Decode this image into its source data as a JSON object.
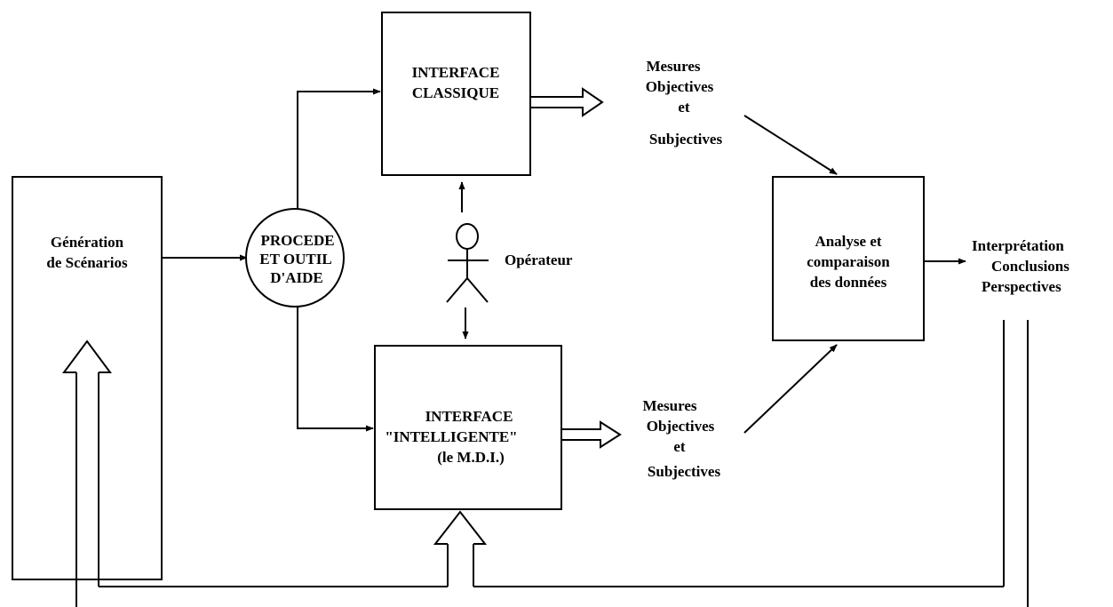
{
  "diagram": {
    "generation_box": {
      "lines": [
        "Génération",
        "de Scénarios"
      ]
    },
    "procede_circle": {
      "lines": [
        "PROCEDE",
        "ET OUTIL",
        "D'AIDE"
      ]
    },
    "interface_classique": {
      "lines": [
        "INTERFACE",
        "CLASSIQUE"
      ]
    },
    "interface_intelligente": {
      "lines": [
        "INTERFACE",
        "\"INTELLIGENTE\"",
        "(le M.D.I.)"
      ]
    },
    "operateur": {
      "label": "Opérateur"
    },
    "mesures_top": {
      "lines": [
        "Mesures",
        "Objectives",
        "et",
        "Subjectives"
      ]
    },
    "mesures_bottom": {
      "lines": [
        "Mesures",
        "Objectives",
        "et",
        "Subjectives"
      ]
    },
    "analyse_box": {
      "lines": [
        "Analyse et",
        "comparaison",
        "des données"
      ]
    },
    "interpretation": {
      "lines": [
        "Interprétation",
        "Conclusions",
        "Perspectives"
      ]
    }
  },
  "colors": {
    "stroke": "#000000",
    "background": "#ffffff"
  }
}
